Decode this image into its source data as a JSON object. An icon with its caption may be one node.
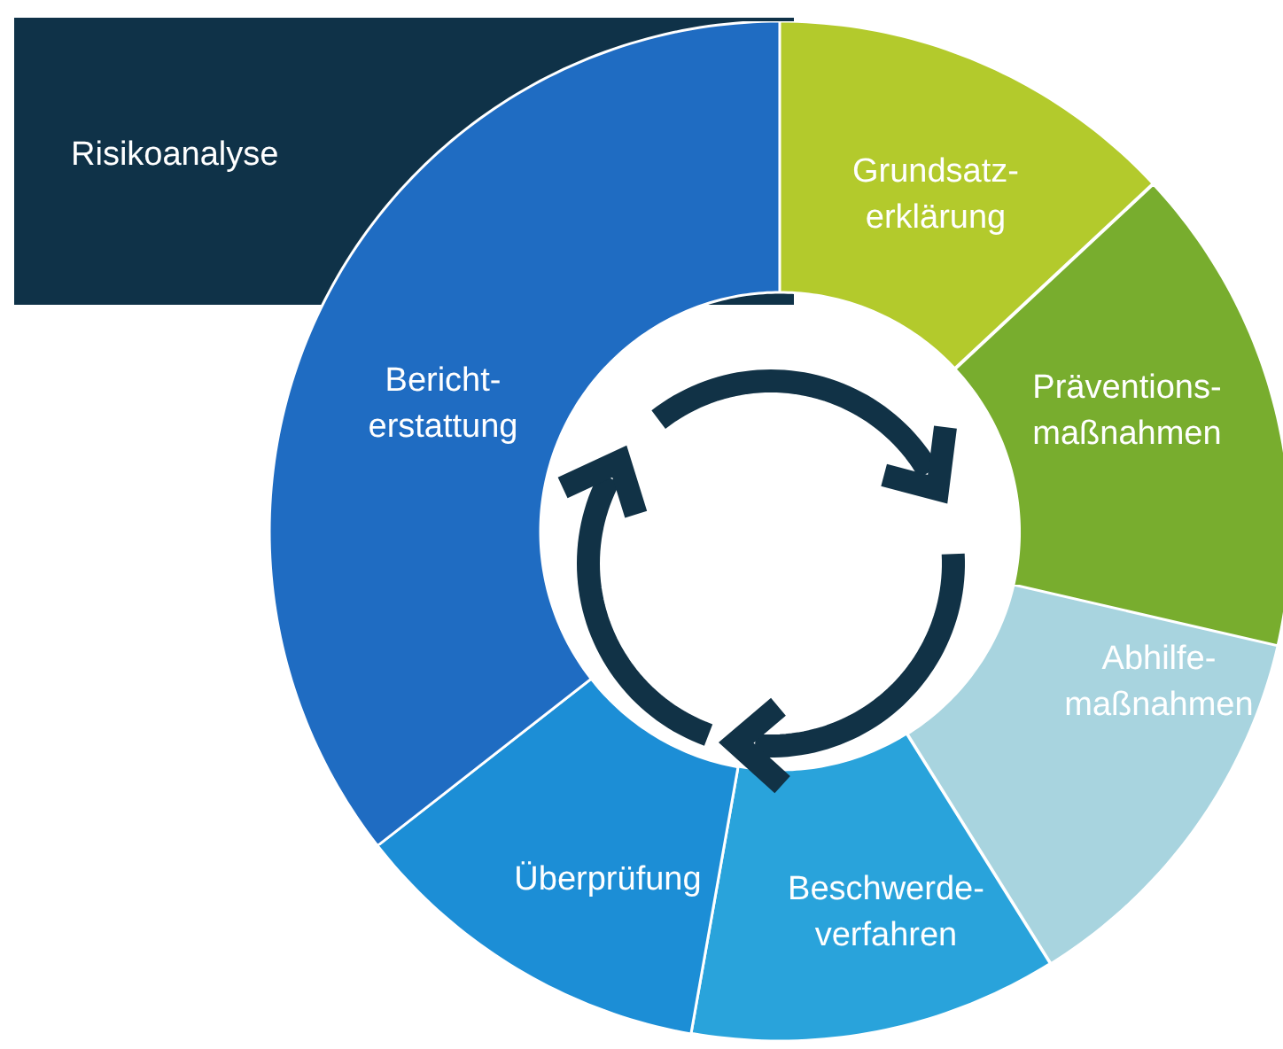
{
  "diagram": {
    "nodes": [
      {
        "text": [
          "Risikoanalyse"
        ]
      },
      {
        "text": [
          "Grundsatz- erklärung"
        ]
      },
      {
        "text": [
          "Präventions- maßnahmen"
        ]
      },
      {
        "text": [
          "Abhilfe- maßnahmen"
        ]
      },
      {
        "text": [
          "Beschwerde- verfahren"
        ]
      },
      {
        "text": [
          "Überprüfung"
        ]
      },
      {
        "text": [
          "Bericht- erstattung"
        ]
      }
    ]
  }
}
